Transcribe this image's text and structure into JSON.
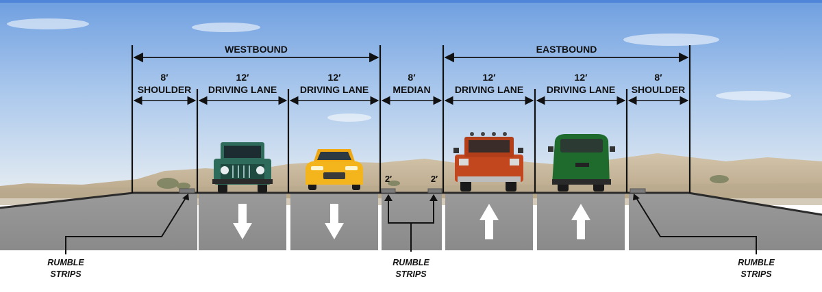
{
  "groups": {
    "westbound": "WESTBOUND",
    "eastbound": "EASTBOUND"
  },
  "segments": [
    {
      "id": "wb-shoulder",
      "width": "8′",
      "name": "SHOULDER"
    },
    {
      "id": "wb-lane-1",
      "width": "12′",
      "name": "DRIVING LANE"
    },
    {
      "id": "wb-lane-2",
      "width": "12′",
      "name": "DRIVING LANE"
    },
    {
      "id": "median",
      "width": "8′",
      "name": "MEDIAN"
    },
    {
      "id": "eb-lane-1",
      "width": "12′",
      "name": "DRIVING LANE"
    },
    {
      "id": "eb-lane-2",
      "width": "12′",
      "name": "DRIVING LANE"
    },
    {
      "id": "eb-shoulder",
      "width": "8′",
      "name": "SHOULDER"
    }
  ],
  "median_offsets": {
    "left": "2′",
    "right": "2′"
  },
  "rumble_strips": {
    "left": [
      "RUMBLE",
      "STRIPS"
    ],
    "center": [
      "RUMBLE",
      "STRIPS"
    ],
    "right": [
      "RUMBLE",
      "STRIPS"
    ]
  },
  "lane_directions": [
    "down",
    "down",
    "up",
    "up"
  ],
  "colors": {
    "sky_top": "#6f9fe0",
    "sky_bottom": "#e6eef4",
    "hills": "#c7b69b",
    "pavement": "#8c8c8c",
    "pavement_edge": "#2b2b2b",
    "shoulder_surface": "#a9a9a9",
    "jeep": "#2f6b5a",
    "sedan": "#f3b51b",
    "pickup": "#c2461e",
    "van": "#1f6b2e"
  }
}
